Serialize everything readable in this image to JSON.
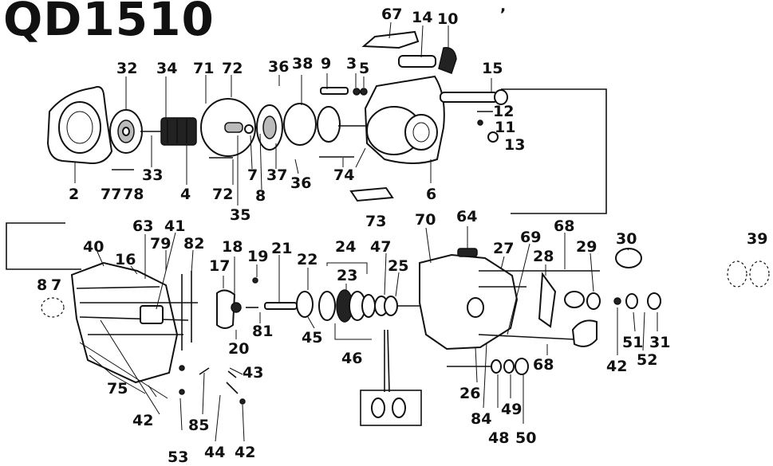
{
  "model": "QD1510",
  "stray_mark": ",",
  "part_numbers": [
    "67",
    "14",
    "10",
    "36",
    "38",
    "9",
    "3",
    "5",
    "15",
    "32",
    "34",
    "71",
    "72",
    "12",
    "11",
    "13",
    "2",
    "77",
    "78",
    "33",
    "4",
    "72",
    "35",
    "7",
    "8",
    "37",
    "36",
    "74",
    "6",
    "73",
    "64",
    "70",
    "68",
    "29",
    "30",
    "39",
    "40",
    "63",
    "79",
    "16",
    "41",
    "82",
    "18",
    "17",
    "19",
    "21",
    "22",
    "24",
    "23",
    "47",
    "25",
    "27",
    "69",
    "28",
    "8",
    "7",
    "81",
    "20",
    "45",
    "46",
    "43",
    "75",
    "42",
    "85",
    "53",
    "44",
    "42",
    "84",
    "49",
    "48",
    "50",
    "26",
    "68",
    "42",
    "51",
    "52",
    "31"
  ]
}
